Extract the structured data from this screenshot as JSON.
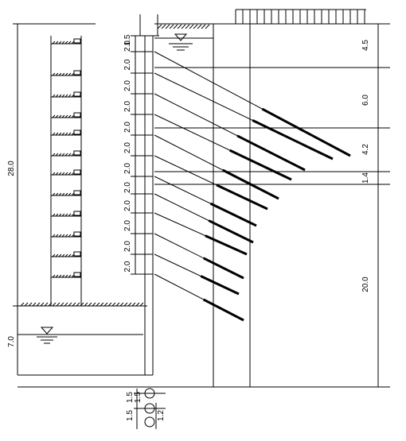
{
  "left_dims": {
    "height_upper": "28.0",
    "height_lower": "7.0"
  },
  "anchor_spacings": [
    "1.5",
    "2.0",
    "2.0",
    "2.0",
    "2.0",
    "2.0",
    "2.0",
    "2.0",
    "2.0",
    "2.0",
    "2.0",
    "2.0",
    "2.0"
  ],
  "layer_thicknesses": [
    "4.5",
    "6.0",
    "4.2",
    "1.4",
    "20.0"
  ],
  "bottom_dims": [
    "1.5",
    "1.5",
    "1.5",
    "1.2"
  ],
  "icons": {
    "water_level": "water-table-triangle-icon",
    "surcharge": "surcharge-load-icon",
    "ground": "ground-hatch-icon"
  },
  "colors": {
    "line": "#000000",
    "background": "#ffffff"
  }
}
